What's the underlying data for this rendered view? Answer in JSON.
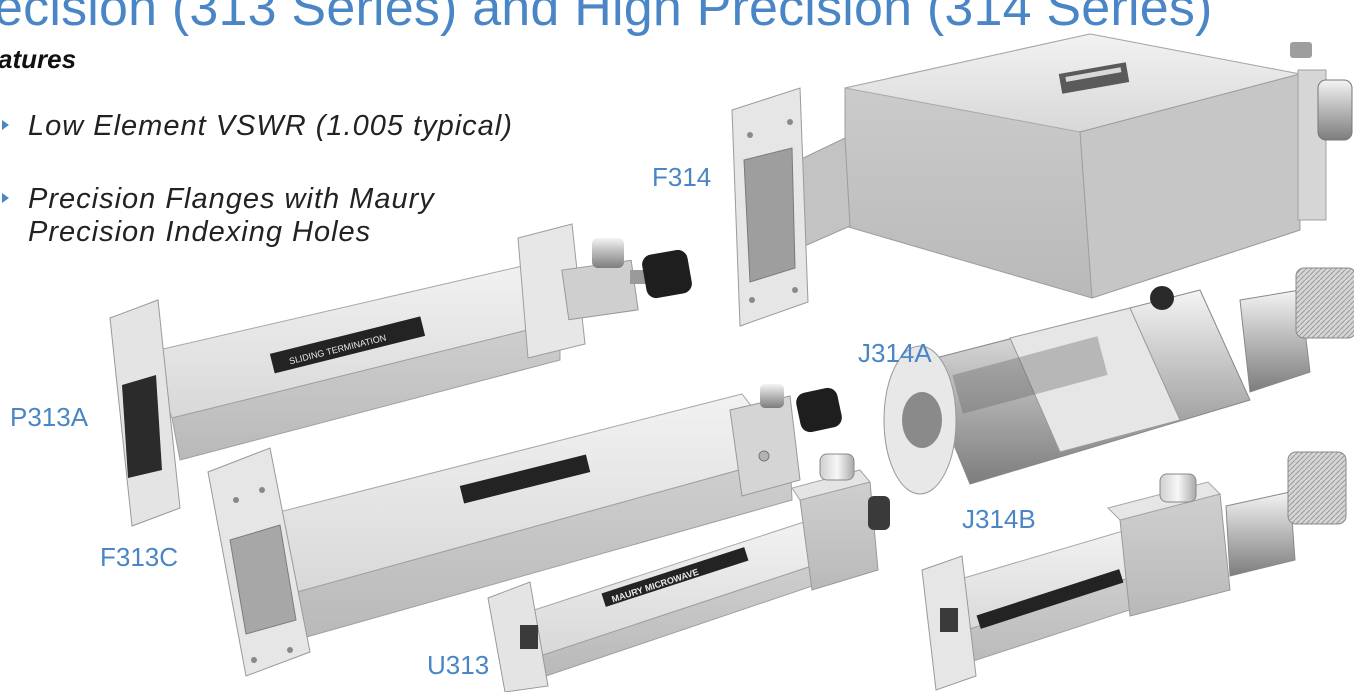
{
  "header": {
    "title": "ecision (313 Series) and High Precision (314 Series)"
  },
  "features": {
    "heading": "atures",
    "items": [
      {
        "line1": "Low Element VSWR (1.005 typical)",
        "line2": ""
      },
      {
        "line1": "Precision Flanges with Maury",
        "line2": "Precision Indexing Holes"
      }
    ]
  },
  "products": {
    "f314": "F314",
    "j314a": "J314A",
    "p313a": "P313A",
    "f313c": "F313C",
    "u313": "U313",
    "j314b": "J314B"
  },
  "device_markings": {
    "sliding_termination": "SLIDING TERMINATION",
    "maury_microwave": "MAURY MICROWAVE"
  },
  "colors": {
    "accent": "#4a86c5",
    "text": "#222222"
  }
}
